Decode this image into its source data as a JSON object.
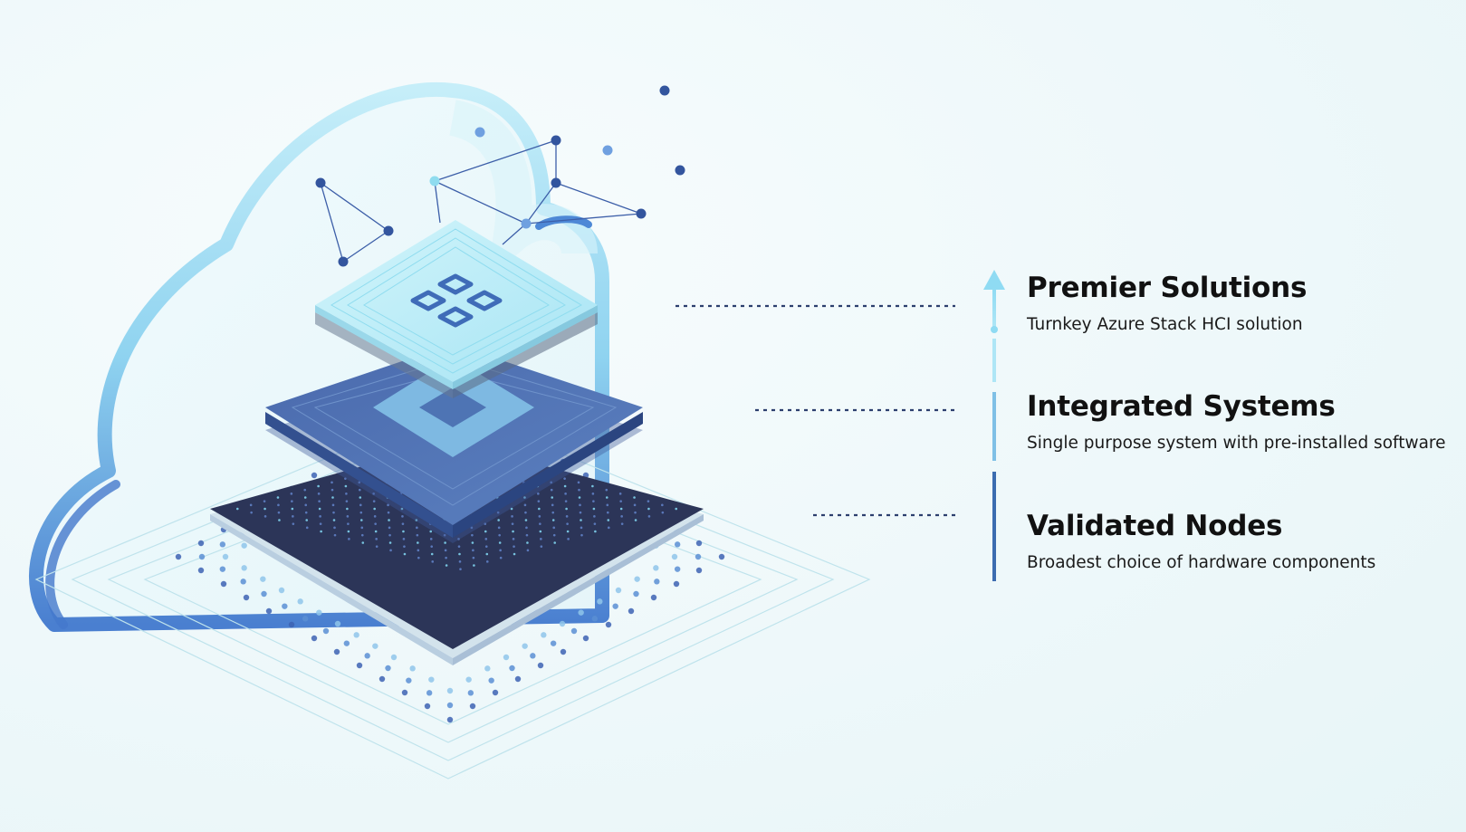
{
  "tiers": [
    {
      "title": "Premier Solutions",
      "description": "Turnkey Azure Stack HCI solution",
      "color": "#7fd3ee"
    },
    {
      "title": "Integrated Systems",
      "description": "Single purpose system with pre-installed software",
      "color": "#79bde0"
    },
    {
      "title": "Validated Nodes",
      "description": "Broadest choice of hardware components",
      "color": "#3c6cb0"
    }
  ],
  "colors": {
    "cloud": "#8fd3f0",
    "top_layer": "#b5ecf8",
    "middle_layer": "#4f72b2",
    "bottom_layer": "#2c3558",
    "node": "#33559e"
  }
}
